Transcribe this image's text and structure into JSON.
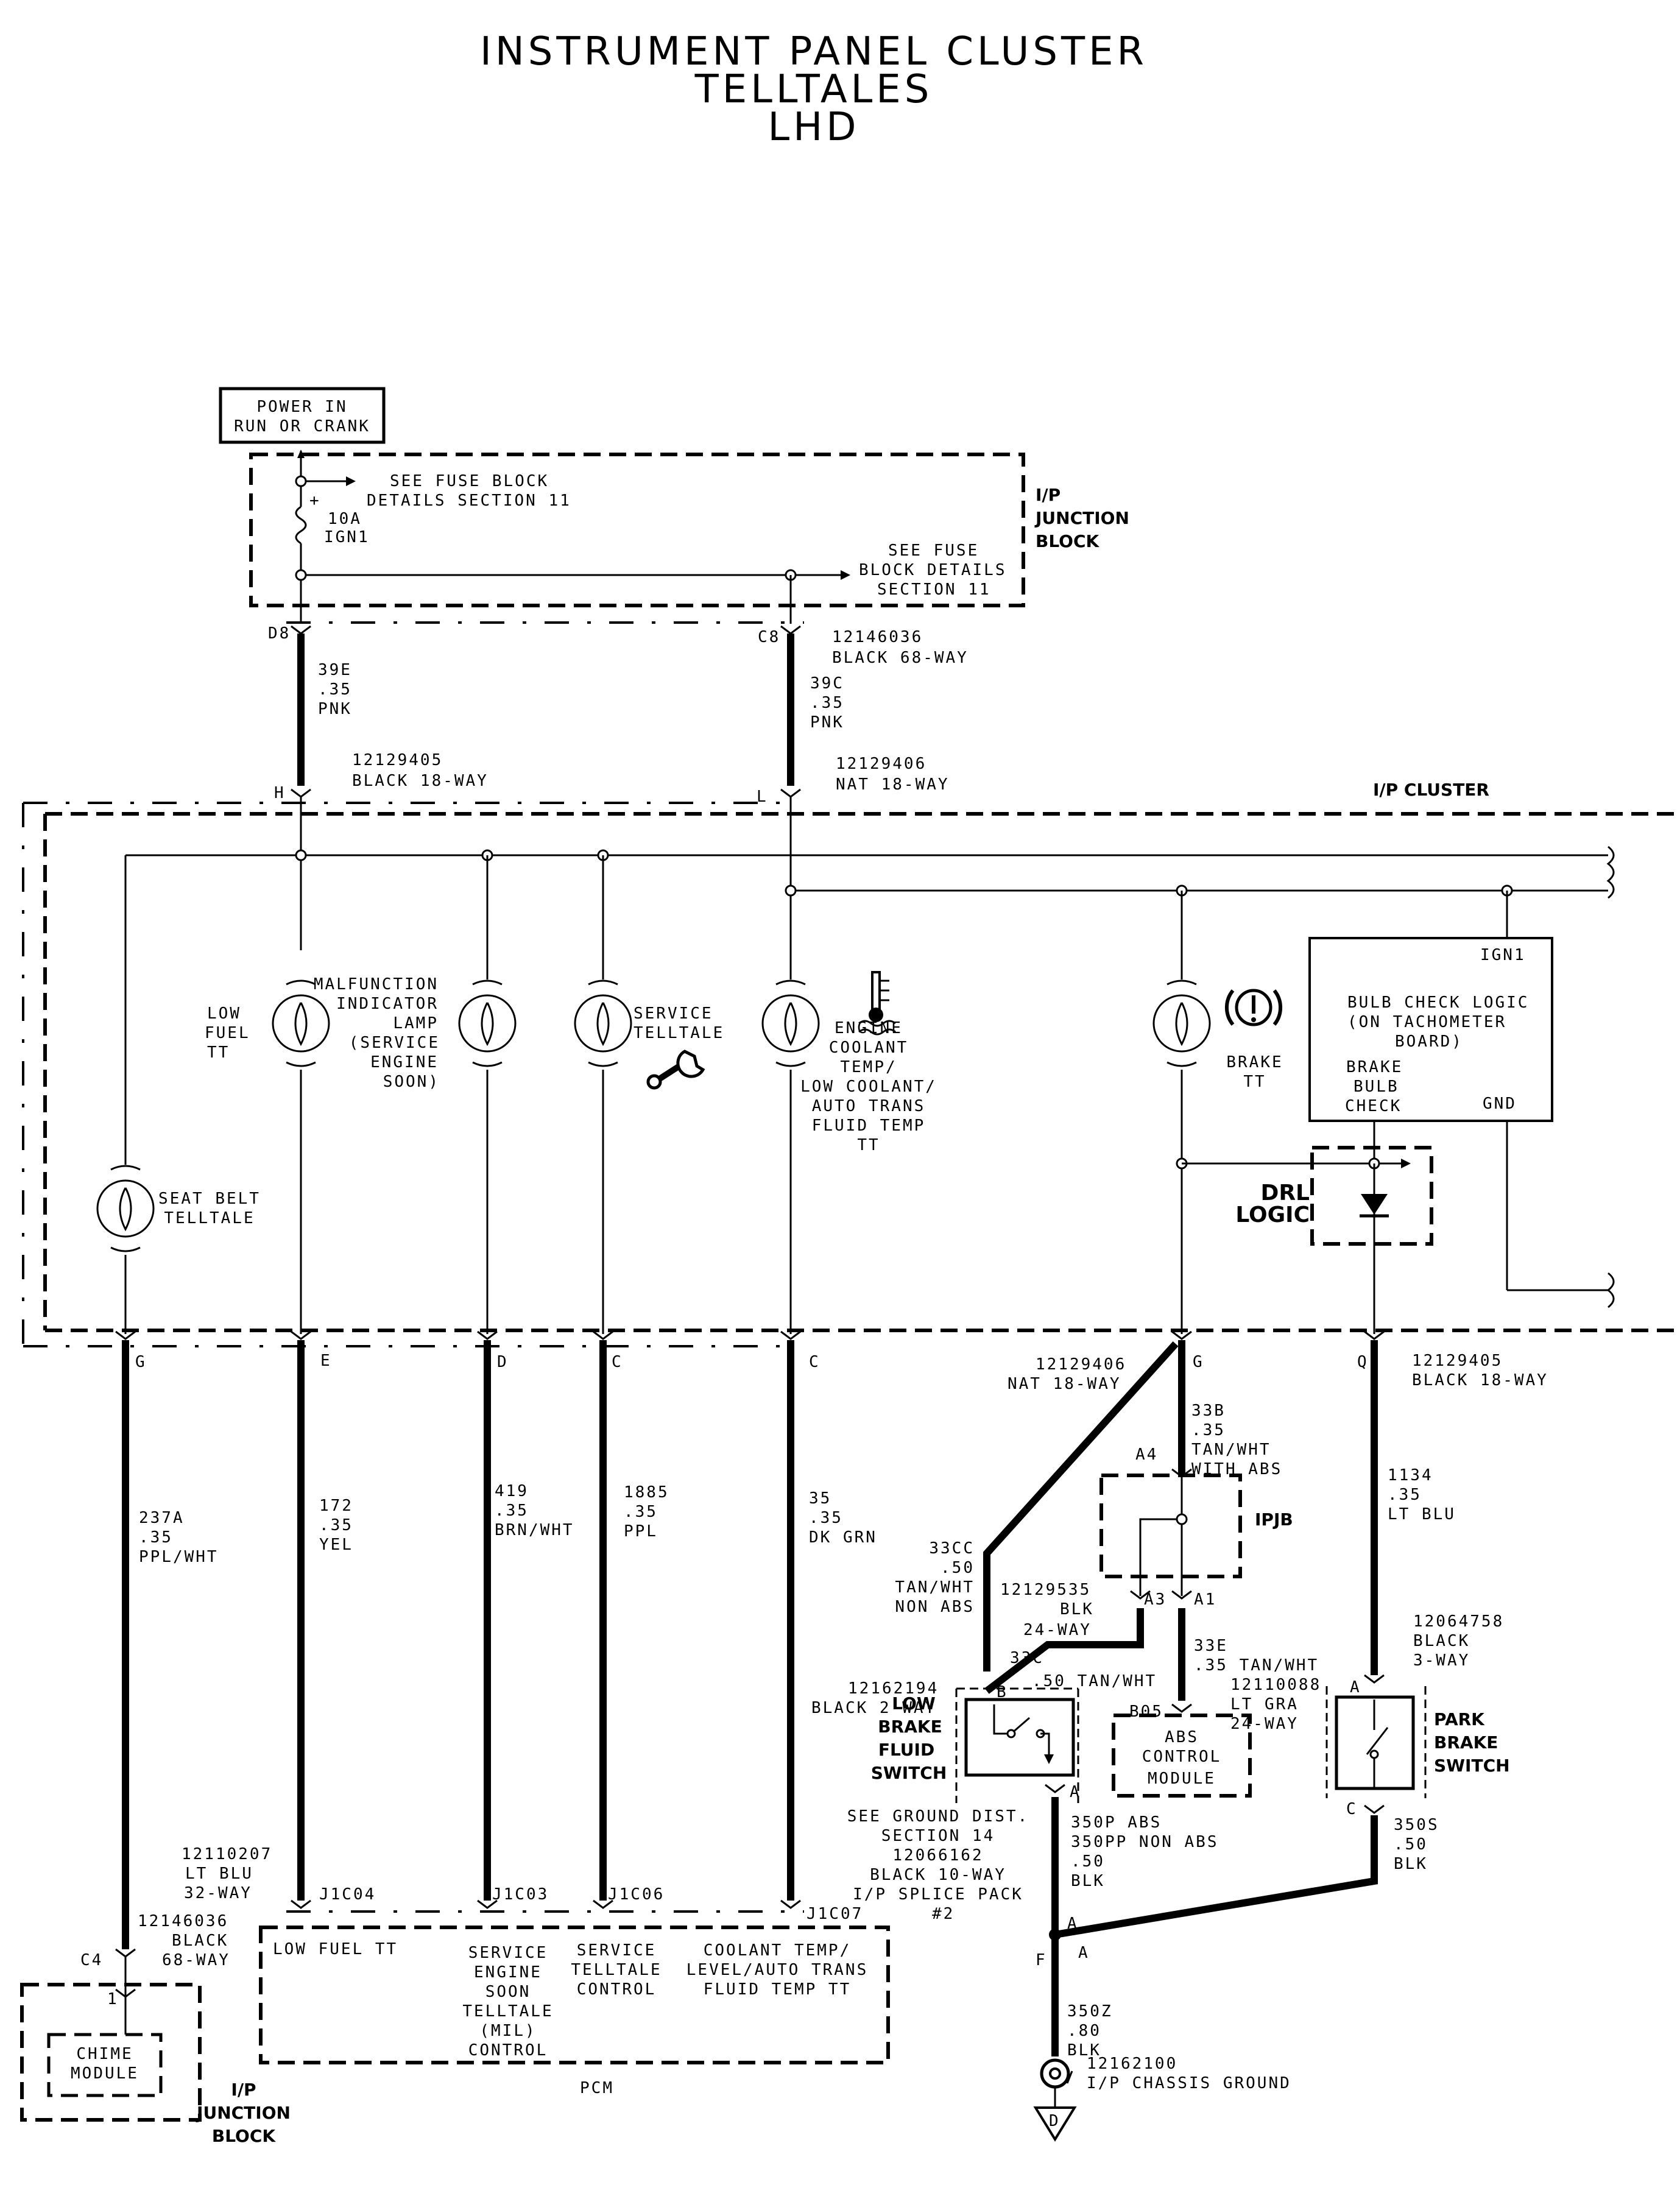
{
  "title": {
    "line1": "INSTRUMENT PANEL CLUSTER",
    "line2": "TELLTALES",
    "line3": "LHD"
  },
  "power": {
    "line1": "POWER IN",
    "line2": "RUN OR CRANK"
  },
  "ipjb_top": {
    "label": [
      "I/P",
      "JUNCTION",
      "BLOCK"
    ],
    "fuse_ref1": [
      "SEE FUSE BLOCK",
      "DETAILS SECTION 11"
    ],
    "fuse_ref2": [
      "SEE FUSE",
      "BLOCK DETAILS",
      "SECTION 11"
    ],
    "fuse_plus": "+",
    "fuse": [
      "10A",
      "IGN1"
    ],
    "pin_d8": "D8",
    "pin_c8": "C8",
    "conn": [
      "12146036",
      "BLACK 68-WAY"
    ]
  },
  "wires_top": {
    "w39e": [
      "39E",
      ".35",
      "PNK"
    ],
    "w39c": [
      "39C",
      ".35",
      "PNK"
    ]
  },
  "cluster": {
    "label": "I/P CLUSTER",
    "pin_h": "H",
    "pin_l": "L",
    "conn_h": [
      "12129405",
      "BLACK 18-WAY"
    ],
    "conn_l": [
      "12129406",
      "NAT 18-WAY"
    ],
    "low_fuel": [
      "LOW",
      "FUEL",
      "TT"
    ],
    "mil": [
      "MALFUNCTION",
      "INDICATOR",
      "LAMP",
      "(SERVICE",
      "ENGINE",
      "SOON)"
    ],
    "service": [
      "SERVICE",
      "TELLTALE"
    ],
    "coolant": [
      "ENGINE",
      "COOLANT",
      "TEMP/",
      "LOW COOLANT/",
      "AUTO TRANS",
      "FLUID TEMP",
      "TT"
    ],
    "brake": [
      "BRAKE",
      "TT"
    ],
    "seat_belt": [
      "SEAT BELT",
      "TELLTALE"
    ],
    "bulb_check": {
      "ign": "IGN1",
      "title": [
        "BULB CHECK LOGIC",
        "(ON TACHOMETER",
        "BOARD)"
      ],
      "brake": [
        "BRAKE",
        "BULB",
        "CHECK"
      ],
      "gnd": "GND"
    },
    "drl": [
      "DRL",
      "LOGIC"
    ],
    "pins_bottom": [
      "G",
      "E",
      "D",
      "C",
      "C",
      "G",
      "Q"
    ],
    "conn_g": [
      "12129406",
      "NAT 18-WAY"
    ],
    "conn_q": [
      "12129405",
      "BLACK 18-WAY"
    ]
  },
  "wires_mid": {
    "w237a": [
      "237A",
      ".35",
      "PPL/WHT"
    ],
    "w172": [
      "172",
      ".35",
      "YEL"
    ],
    "w419": [
      "419",
      ".35",
      "BRN/WHT"
    ],
    "w1885": [
      "1885",
      ".35",
      "PPL"
    ],
    "w35": [
      "35",
      ".35",
      "DK GRN"
    ],
    "w33b": [
      "33B",
      ".35",
      "TAN/WHT",
      "WITH ABS"
    ],
    "w1134": [
      "1134",
      ".35",
      "LT BLU"
    ],
    "w33cc": [
      "33CC",
      ".50",
      "TAN/WHT",
      "NON ABS"
    ],
    "w33c": [
      "33C",
      ".50 TAN/WHT"
    ],
    "w33e": [
      "33E",
      ".35  TAN/WHT"
    ],
    "w350p": [
      "350P ABS",
      "350PP NON ABS",
      ".50",
      "BLK"
    ],
    "w350s": [
      "350S",
      ".50",
      "BLK"
    ],
    "w350z": [
      "350Z",
      ".80",
      "BLK"
    ]
  },
  "ipjb_mid": {
    "label": "IPJB",
    "pin_a4": "A4",
    "pin_a3": "A3",
    "pin_a1": "A1"
  },
  "abs": {
    "conn_ipjb": [
      "12129535",
      "BLK",
      "24-WAY"
    ],
    "conn": [
      "12110088",
      "LT GRA",
      "24-WAY"
    ],
    "pin": "B05",
    "label": [
      "ABS",
      "CONTROL",
      "MODULE"
    ]
  },
  "lbfs": {
    "conn": [
      "12162194",
      "BLACK 2-WAY"
    ],
    "label": [
      "LOW",
      "BRAKE",
      "FLUID",
      "SWITCH"
    ],
    "pin_b": "B",
    "pin_a": "A"
  },
  "pbs": {
    "conn": [
      "12064758",
      "BLACK",
      "3-WAY"
    ],
    "label": [
      "PARK",
      "BRAKE",
      "SWITCH"
    ],
    "pin_a": "A",
    "pin_c": "C"
  },
  "ground": {
    "ref": [
      "SEE GROUND DIST.",
      "SECTION 14",
      "12066162",
      "BLACK 10-WAY",
      "I/P SPLICE PACK",
      "#2"
    ],
    "pin_a1": "A",
    "pin_a2": "A",
    "pin_f": "F",
    "conn": [
      "12162100",
      "I/P CHASSIS GROUND"
    ],
    "gd": "D"
  },
  "pcm": {
    "label": "PCM",
    "conn": [
      "12110207",
      "LT BLU",
      "32-WAY"
    ],
    "pins": [
      "J1C04",
      "J1C03",
      "J1C06",
      "J1C07"
    ],
    "low_fuel": "LOW FUEL TT",
    "ses": [
      "SERVICE",
      "ENGINE",
      "SOON",
      "TELLTALE",
      "(MIL)",
      "CONTROL"
    ],
    "stt": [
      "SERVICE",
      "TELLTALE",
      "CONTROL"
    ],
    "ct": [
      "COOLANT TEMP/",
      "LEVEL/AUTO TRANS",
      "FLUID TEMP TT"
    ]
  },
  "chime": {
    "pin_c4": "C4",
    "pin_1": "1",
    "conn": [
      "12146036",
      "BLACK",
      "68-WAY"
    ],
    "label": [
      "CHIME",
      "MODULE"
    ],
    "jb": [
      "I/P",
      "JUNCTION",
      "BLOCK"
    ]
  }
}
